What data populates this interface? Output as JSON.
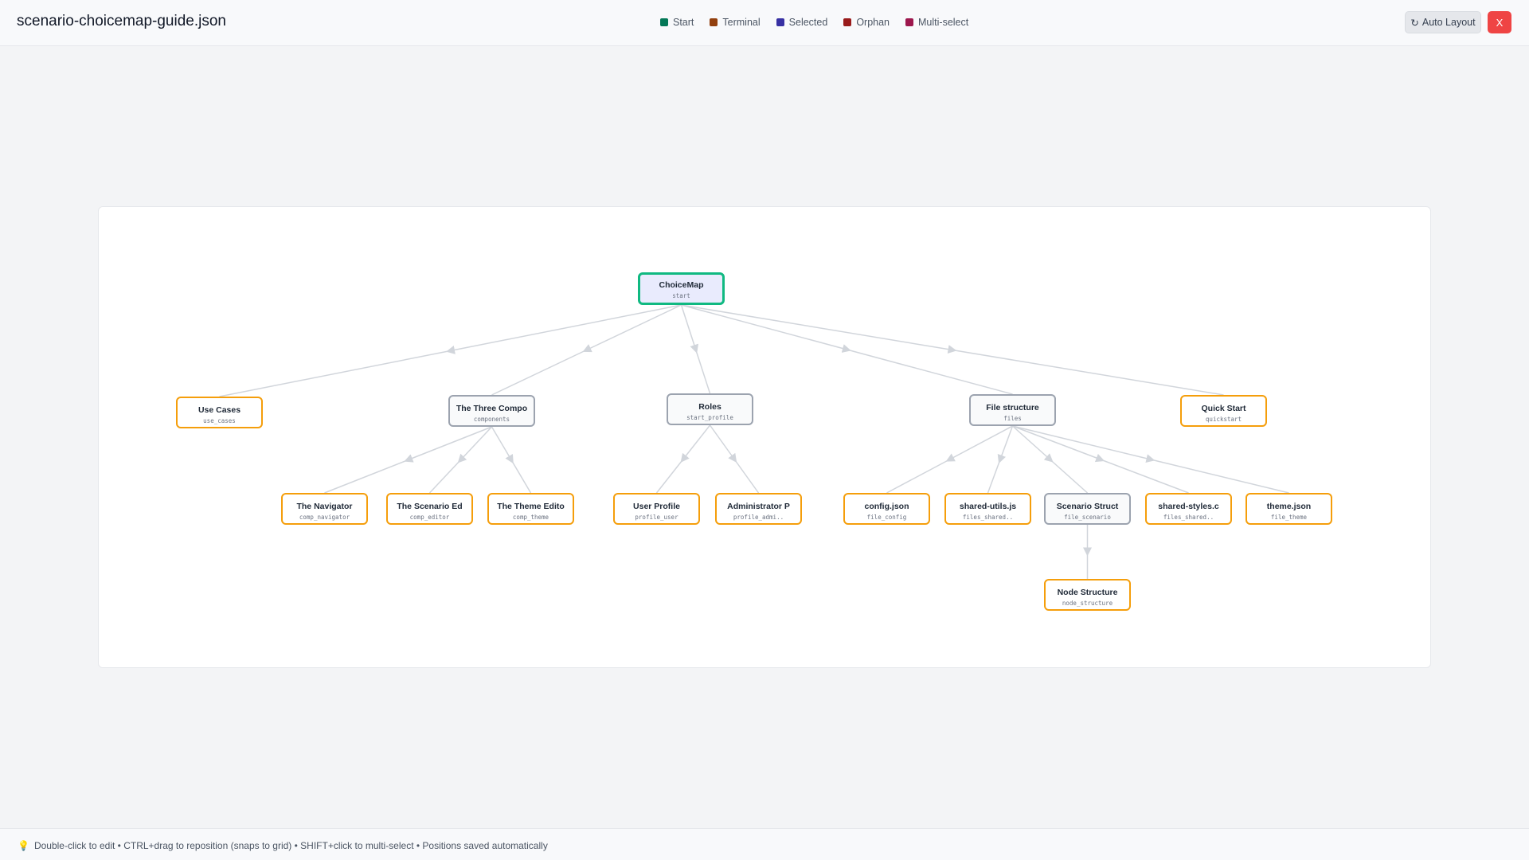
{
  "header": {
    "title": "scenario-choicemap-guide.json",
    "legend": [
      {
        "label": "Start",
        "color": "#047857"
      },
      {
        "label": "Terminal",
        "color": "#92400e"
      },
      {
        "label": "Selected",
        "color": "#3730a3"
      },
      {
        "label": "Orphan",
        "color": "#991b1b"
      },
      {
        "label": "Multi-select",
        "color": "#9d174d"
      }
    ],
    "auto_layout_icon": "↻",
    "auto_layout_label": "Auto Layout",
    "close_label": "X"
  },
  "nodes": {
    "start": {
      "label": "ChoiceMap",
      "id": "start"
    },
    "use_cases": {
      "label": "Use Cases",
      "id": "use_cases"
    },
    "components": {
      "label": "The Three Compo",
      "id": "components"
    },
    "roles": {
      "label": "Roles",
      "id": "start_profile"
    },
    "files": {
      "label": "File structure",
      "id": "files"
    },
    "quickstart": {
      "label": "Quick Start",
      "id": "quickstart"
    },
    "comp_navigator": {
      "label": "The Navigator",
      "id": "comp_navigator"
    },
    "comp_editor": {
      "label": "The Scenario Ed",
      "id": "comp_editor"
    },
    "comp_theme": {
      "label": "The Theme Edito",
      "id": "comp_theme"
    },
    "profile_user": {
      "label": "User Profile",
      "id": "profile_user"
    },
    "profile_admin": {
      "label": "Administrator P",
      "id": "profile_admi.."
    },
    "file_config": {
      "label": "config.json",
      "id": "file_config"
    },
    "files_shared_utils": {
      "label": "shared-utils.js",
      "id": "files_shared.."
    },
    "file_scenario": {
      "label": "Scenario Struct",
      "id": "file_scenario"
    },
    "files_shared_styles": {
      "label": "shared-styles.c",
      "id": "files_shared.."
    },
    "file_theme": {
      "label": "theme.json",
      "id": "file_theme"
    },
    "node_structure": {
      "label": "Node Structure",
      "id": "node_structure"
    }
  },
  "edges": [
    [
      "start",
      "use_cases"
    ],
    [
      "start",
      "components"
    ],
    [
      "start",
      "roles"
    ],
    [
      "start",
      "files"
    ],
    [
      "start",
      "quickstart"
    ],
    [
      "components",
      "comp_navigator"
    ],
    [
      "components",
      "comp_editor"
    ],
    [
      "components",
      "comp_theme"
    ],
    [
      "roles",
      "profile_user"
    ],
    [
      "roles",
      "profile_admin"
    ],
    [
      "files",
      "file_config"
    ],
    [
      "files",
      "files_shared_utils"
    ],
    [
      "files",
      "file_scenario"
    ],
    [
      "files",
      "files_shared_styles"
    ],
    [
      "files",
      "file_theme"
    ],
    [
      "file_scenario",
      "node_structure"
    ]
  ],
  "footer": {
    "icon": "💡",
    "hint": "Double-click to edit • CTRL+drag to reposition (snaps to grid) • SHIFT+click to multi-select • Positions saved automatically"
  }
}
